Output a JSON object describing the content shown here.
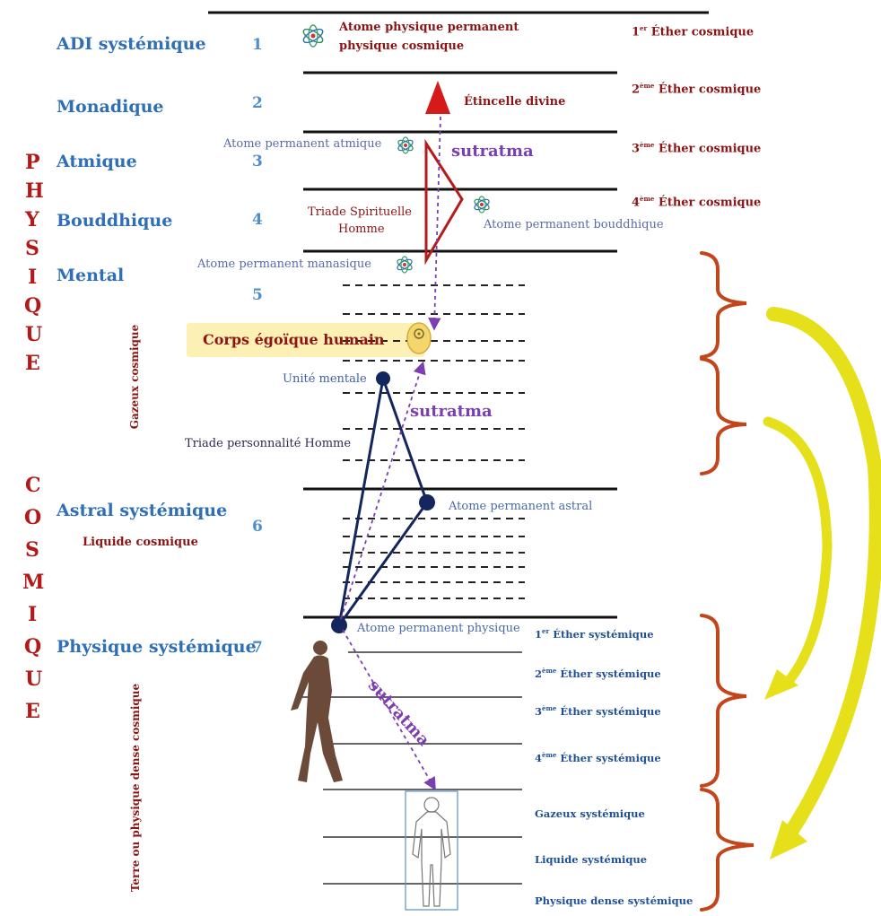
{
  "planes": [
    {
      "name": "ADI systémique",
      "number": "1"
    },
    {
      "name": "Monadique",
      "number": "2"
    },
    {
      "name": "Atmique",
      "number": "3"
    },
    {
      "name": "Bouddhique",
      "number": "4"
    },
    {
      "name": "Mental",
      "number": "5"
    },
    {
      "name": "Astral systémique",
      "number": "6"
    },
    {
      "name": "Physique systémique",
      "number": "7"
    }
  ],
  "vertical_word_1": [
    "P",
    "H",
    "Y",
    "S",
    "I",
    "Q",
    "U",
    "E"
  ],
  "vertical_word_2": [
    "C",
    "O",
    "S",
    "M",
    "I",
    "Q",
    "U",
    "E"
  ],
  "cosmic_states": {
    "gazeux": "Gazeux cosmique",
    "liquide": "Liquide cosmique",
    "terre": "Terre ou physique dense cosmique"
  },
  "cosmic_ethers": [
    {
      "ord": "1",
      "sup": "er",
      "label": "Éther cosmique"
    },
    {
      "ord": "2",
      "sup": "ème",
      "label": "Éther cosmique"
    },
    {
      "ord": "3",
      "sup": "ème",
      "label": "Éther cosmique"
    },
    {
      "ord": "4",
      "sup": "ème",
      "label": "Éther cosmique"
    }
  ],
  "systemic_subplanes": [
    {
      "ord": "1",
      "sup": "er",
      "label": "Éther systémique"
    },
    {
      "ord": "2",
      "sup": "ème",
      "label": "Éther systémique"
    },
    {
      "ord": "3",
      "sup": "ème",
      "label": "Éther systémique"
    },
    {
      "ord": "4",
      "sup": "ème",
      "label": "Éther systémique"
    },
    {
      "ord": "",
      "sup": "",
      "label": "Gazeux systémique"
    },
    {
      "ord": "",
      "sup": "",
      "label": "Liquide systémique"
    },
    {
      "ord": "",
      "sup": "",
      "label": "Physique dense systémique"
    }
  ],
  "annotations": {
    "atome_physique_permanent_cosmique_1": "Atome physique permanent",
    "atome_physique_permanent_cosmique_2": "physique cosmique",
    "etincelle_divine": "Étincelle divine",
    "atome_permanent_atmique": "Atome permanent atmique",
    "atome_permanent_bouddhique": "Atome permanent bouddhique",
    "triade_spirituelle_1": "Triade Spirituelle",
    "triade_spirituelle_2": "Homme",
    "atome_permanent_manasique": "Atome permanent manasique",
    "corps_egoique": "Corps égoïque humain",
    "unite_mentale": "Unité mentale",
    "triade_personnalite": "Triade personnalité Homme",
    "atome_permanent_astral": "Atome permanent astral",
    "atome_permanent_physique": "Atome permanent physique",
    "sutratma_1": "sutratma",
    "sutratma_2": "sutratma",
    "sutratma_3": "sutratma"
  },
  "colors": {
    "plane_blue": "#2e6fb8",
    "dark_red": "#8b1515",
    "navy": "#13265e",
    "purple": "#7b3fb2",
    "brace_orange": "#c2451b",
    "arrow_yellow": "#e6e01a",
    "egoic_highlight": "#fdf0b4"
  },
  "icons": [
    "atom-icon",
    "triangle-icon",
    "human-figure-icon",
    "human-outline-icon",
    "egoic-body-icon"
  ]
}
